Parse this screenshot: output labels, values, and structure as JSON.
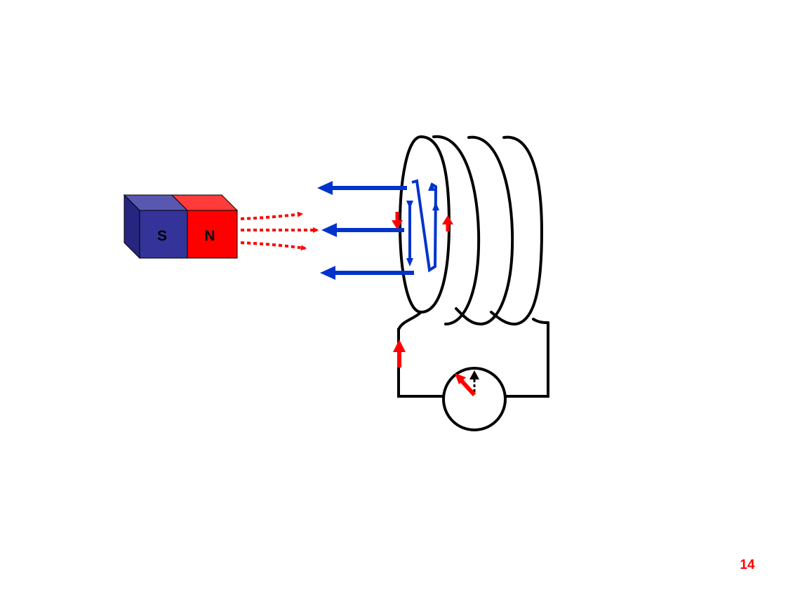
{
  "magnet": {
    "south_label": "S",
    "north_label": "N",
    "colors": {
      "south": "#333399",
      "north": "#ff0000",
      "south_top": "#5858b0",
      "north_top": "#ff3b3b",
      "side": "#262680"
    }
  },
  "colors": {
    "field_lines": "#ff0000",
    "induced_field": "#0033cc",
    "current": "#ff0000",
    "wire": "#000000",
    "background": "#ffffff"
  },
  "page_number": "14"
}
